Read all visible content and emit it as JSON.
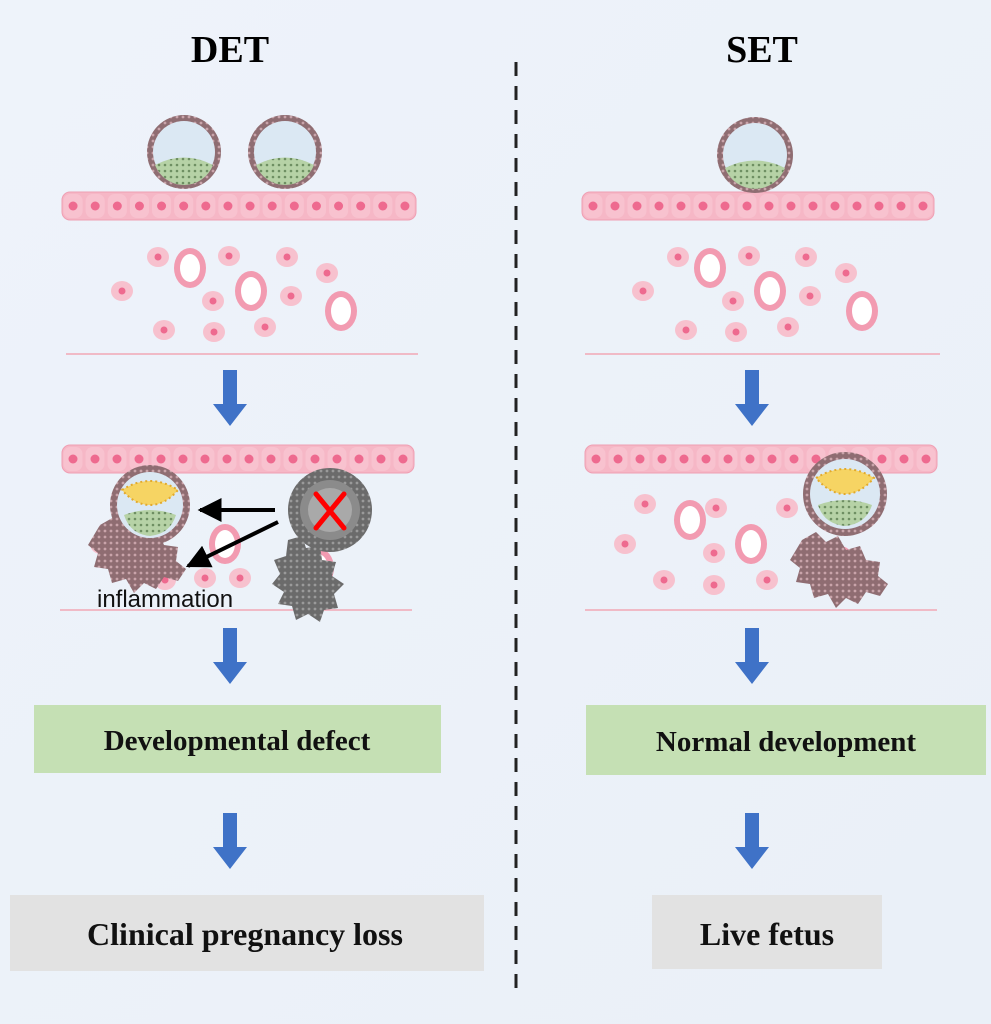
{
  "left": {
    "title": "DET",
    "annotation": "inflammation",
    "box1": "Developmental defect",
    "box2": "Clinical pregnancy loss"
  },
  "right": {
    "title": "SET",
    "box1": "Normal development",
    "box2": "Live fetus"
  },
  "colors": {
    "background": "#eef2f9",
    "epithelium": "#f6b7c6",
    "cell_nucleus": "#ee6a8f",
    "arrow": "#3f72c7",
    "green_box": "#c5e0b4",
    "gray_box": "#e2e2e2",
    "embryo_shell": "#8e6e73",
    "embryo_fluid": "#dde9f3",
    "inner_mass": "#b7d3a7",
    "yolk": "#f6d463",
    "nonviable_embryo": "#707070",
    "cross_mark": "#ff0000",
    "divider": "#222222"
  },
  "icons": {
    "down_arrow": "down-arrow-icon",
    "cross": "cross-icon"
  }
}
